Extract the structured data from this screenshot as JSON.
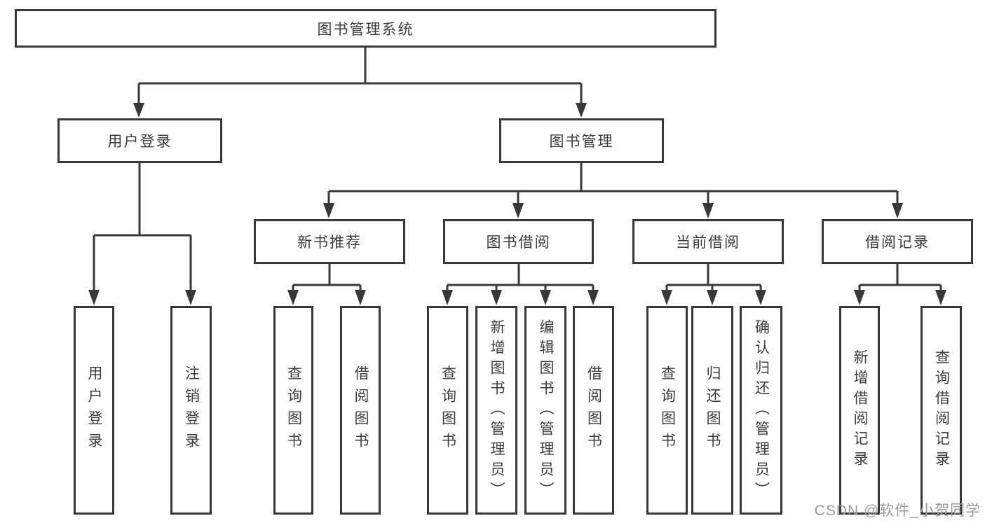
{
  "colors": {
    "line": "#383838",
    "text": "#3d3d3d",
    "box_background": "#ffffff",
    "watermark": "#9b9b9b"
  },
  "watermark": {
    "text": "CSDN @软件_小贺同学"
  },
  "nodes": {
    "root": {
      "label": "图书管理系统"
    },
    "level2": [
      {
        "label": "用户登录"
      },
      {
        "label": "图书管理"
      }
    ],
    "level3": [
      {
        "label": "新书推荐",
        "parent": "图书管理"
      },
      {
        "label": "图书借阅",
        "parent": "图书管理"
      },
      {
        "label": "当前借阅",
        "parent": "图书管理"
      },
      {
        "label": "借阅记录",
        "parent": "图书管理"
      }
    ],
    "leaves": [
      {
        "label": "用户登录",
        "parent": "用户登录"
      },
      {
        "label": "注销登录",
        "parent": "用户登录"
      },
      {
        "label": "查询图书",
        "parent": "新书推荐"
      },
      {
        "label": "借阅图书",
        "parent": "新书推荐"
      },
      {
        "label": "查询图书",
        "parent": "图书借阅"
      },
      {
        "label": "新增图书（管理员）",
        "parent": "图书借阅"
      },
      {
        "label": "编辑图书（管理员）",
        "parent": "图书借阅"
      },
      {
        "label": "借阅图书",
        "parent": "图书借阅"
      },
      {
        "label": "查询图书",
        "parent": "当前借阅"
      },
      {
        "label": "归还图书",
        "parent": "当前借阅"
      },
      {
        "label": "确认归还（管理员）",
        "parent": "当前借阅"
      },
      {
        "label": "新增借阅记录",
        "parent": "借阅记录"
      },
      {
        "label": "查询借阅记录",
        "parent": "借阅记录"
      }
    ]
  }
}
